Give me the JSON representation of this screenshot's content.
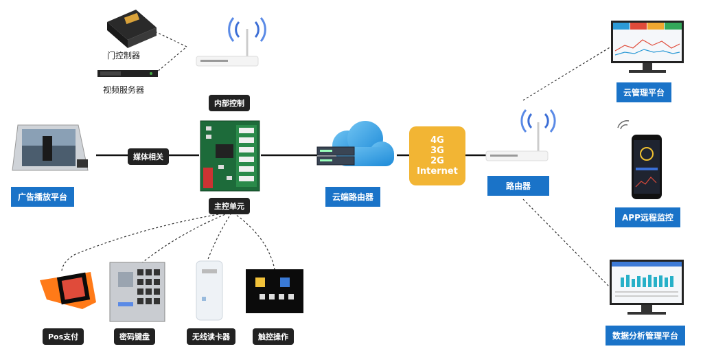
{
  "labels": {
    "door_controller": "门控制器",
    "video_server": "视频服务器",
    "internal_control": "内部控制",
    "media": "媒体相关",
    "main_control": "主控单元",
    "ad_platform": "广告播放平台",
    "cloud_router": "云端路由器",
    "router": "路由器",
    "cloud_platform": "云管理平台",
    "app_monitor": "APP远程监控",
    "data_platform": "数据分析管理平台",
    "pos": "Pos支付",
    "keypad": "密码键盘",
    "card_reader": "无线读卡器",
    "touch": "触控操作"
  },
  "network": [
    "4G",
    "3G",
    "2G",
    "Internet"
  ],
  "colors": {
    "accent_blue": "#1a73c8",
    "network_box": "#f2b534",
    "dark_label": "#222222"
  }
}
